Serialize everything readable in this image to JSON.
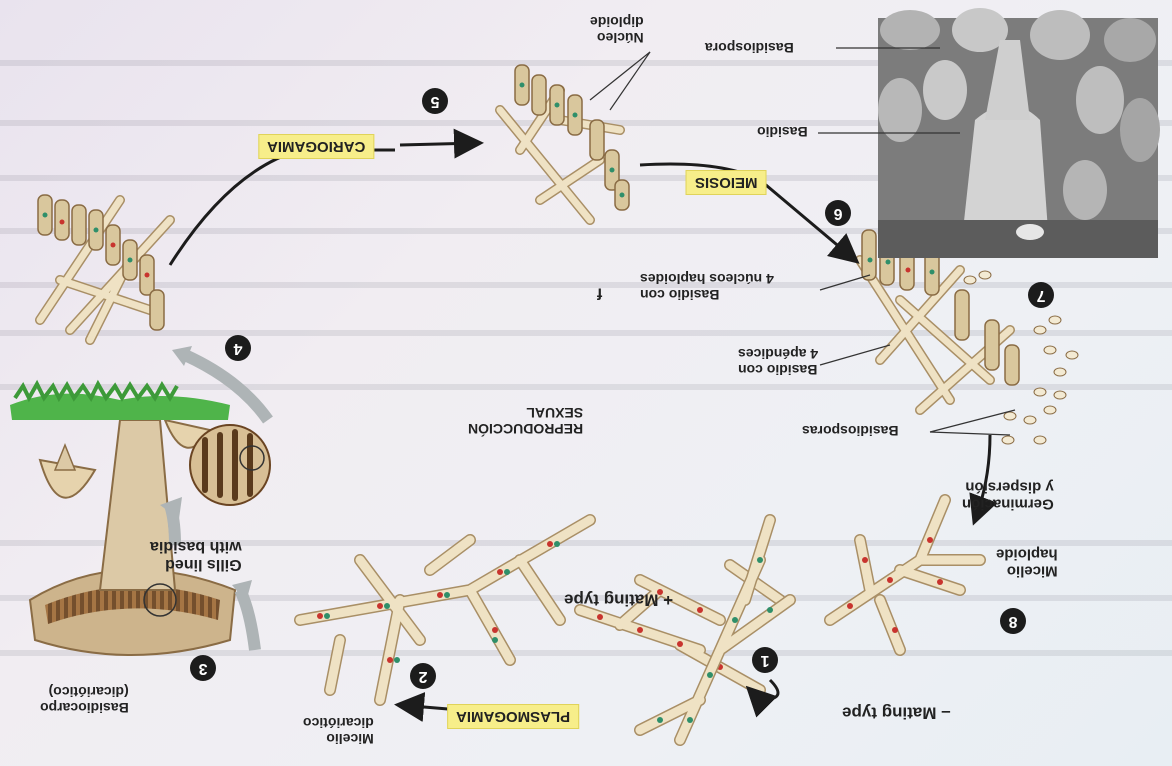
{
  "labels": {
    "mating_minus": "– Mating type",
    "mating_plus": "+ Mating type",
    "plasmogamia": "PLASMOGAMIA",
    "micelio_dicariotico": [
      "Micelio",
      "dicariótico"
    ],
    "basidiocarpo": [
      "Basidiocarpo",
      "(dicariótico)"
    ],
    "gills_lined": [
      "Gills lined",
      "with basidia"
    ],
    "cariogamia": "CARIOGAMIA",
    "nucleo_diploide": [
      "Núcleo",
      "diploide"
    ],
    "meiosis": "MEIOSIS",
    "basidiospora": "Basidiospora",
    "basidio": "Basidio",
    "basidio_4_nucleos": [
      "Basidio con",
      "4 núcleos haploides"
    ],
    "basidio_4_apendices": [
      "Basidio con",
      "4 apéndices"
    ],
    "basidiosporas": "Basidiosporas",
    "germinacion": [
      "Germinación",
      "y dispersión"
    ],
    "micelio_haploide": [
      "Micelio",
      "haploide"
    ],
    "reproduccion_sexual": [
      "REPRODUCCIÓN",
      "SEXUAL"
    ],
    "letter_f": "f"
  },
  "steps": [
    "1",
    "2",
    "3",
    "4",
    "5",
    "6",
    "7",
    "8"
  ],
  "colors": {
    "hypha_fill": "#efe2c4",
    "hypha_stroke": "#a98f66",
    "nucleus_red": "#c8342e",
    "nucleus_green": "#2f8f6a",
    "basidium_fill": "#d9c79d",
    "cap_green": "#4fb44a",
    "highlight": "#f7ee8a",
    "arrow_gray": "#aeb4b6"
  },
  "image_orientation": "rotated 180 degrees"
}
